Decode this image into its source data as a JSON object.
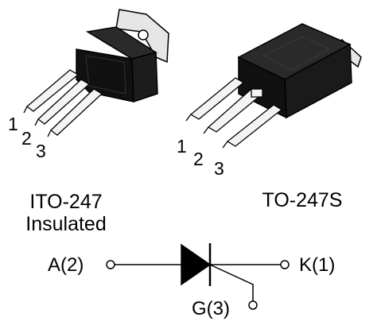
{
  "packages": {
    "left": {
      "name": "ITO-247",
      "subtitle": "Insulated",
      "pins": [
        "1",
        "2",
        "3"
      ]
    },
    "right": {
      "name": "TO-247S",
      "pins": [
        "1",
        "2",
        "3"
      ]
    }
  },
  "schematic": {
    "anode_label": "A(2)",
    "cathode_label": "K(1)",
    "gate_label": "G(3)"
  },
  "colors": {
    "ink": "#000000",
    "body": "#111111",
    "metal": "#e8e8e8",
    "lead_light": "#f5f5f5"
  }
}
